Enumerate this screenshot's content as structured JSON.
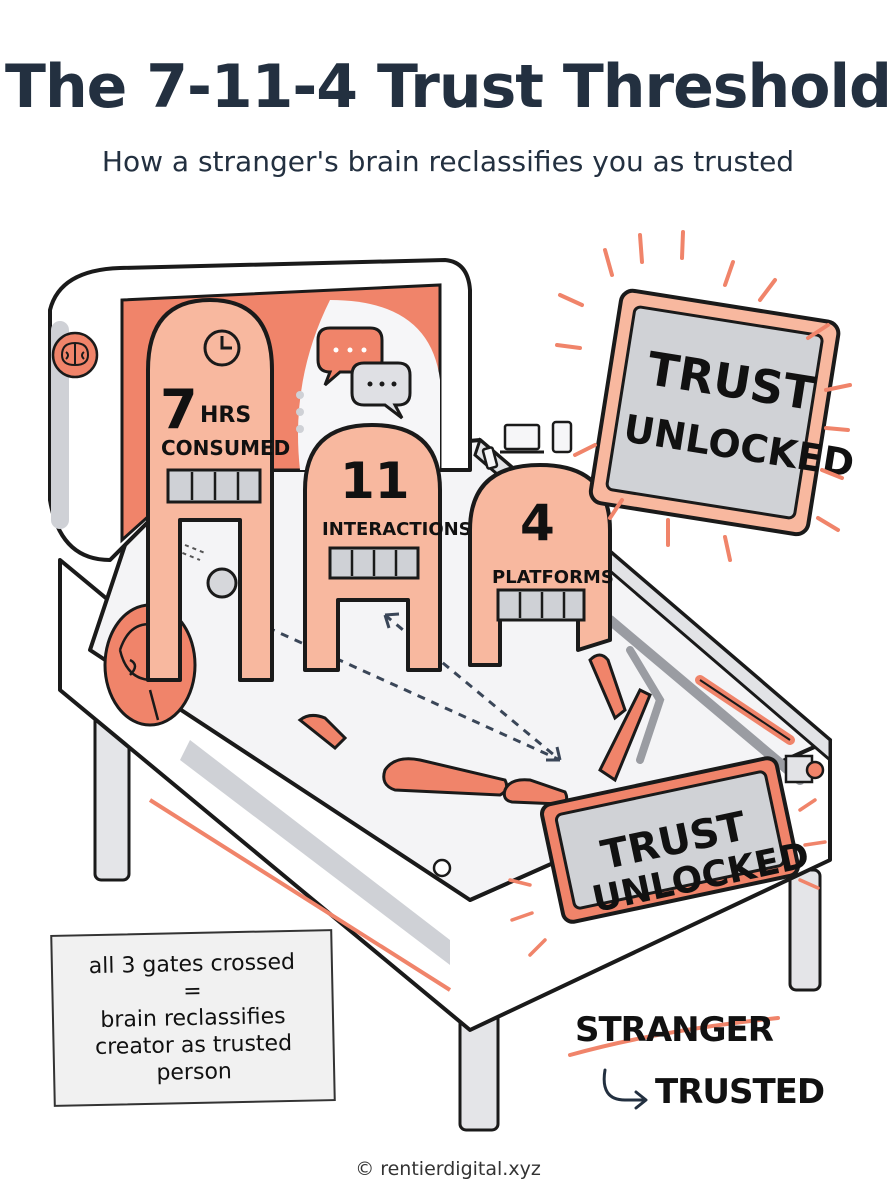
{
  "title": "The 7-11-4 Trust Threshold",
  "subtitle": "How a stranger's brain reclassifies you as trusted",
  "gates": [
    {
      "number": "7",
      "label_top": "HRS",
      "label_bottom": "CONSUMED",
      "icon": "clock-icon"
    },
    {
      "number": "11",
      "label": "INTERACTIONS",
      "icon": "chat-bubbles-icon"
    },
    {
      "number": "4",
      "label": "PLATFORMS",
      "icon": "devices-icon"
    }
  ],
  "backglass_sign": {
    "line1": "TRUST",
    "line2": "UNLOCKED"
  },
  "front_sign": {
    "line1": "TRUST",
    "line2": "UNLOCKED"
  },
  "note": {
    "line1": "all 3 gates crossed",
    "line2": "=",
    "line3": "brain reclassifies",
    "line4": "creator as trusted",
    "line5": "person"
  },
  "status": {
    "from": "STRANGER",
    "to": "TRUSTED"
  },
  "footer": "© rentierdigital.xyz",
  "colors": {
    "accent": "#f0846a",
    "accent_light": "#f8b89f",
    "outline": "#1a1a1a",
    "gray": "#d0d2d6",
    "title": "#233040"
  }
}
